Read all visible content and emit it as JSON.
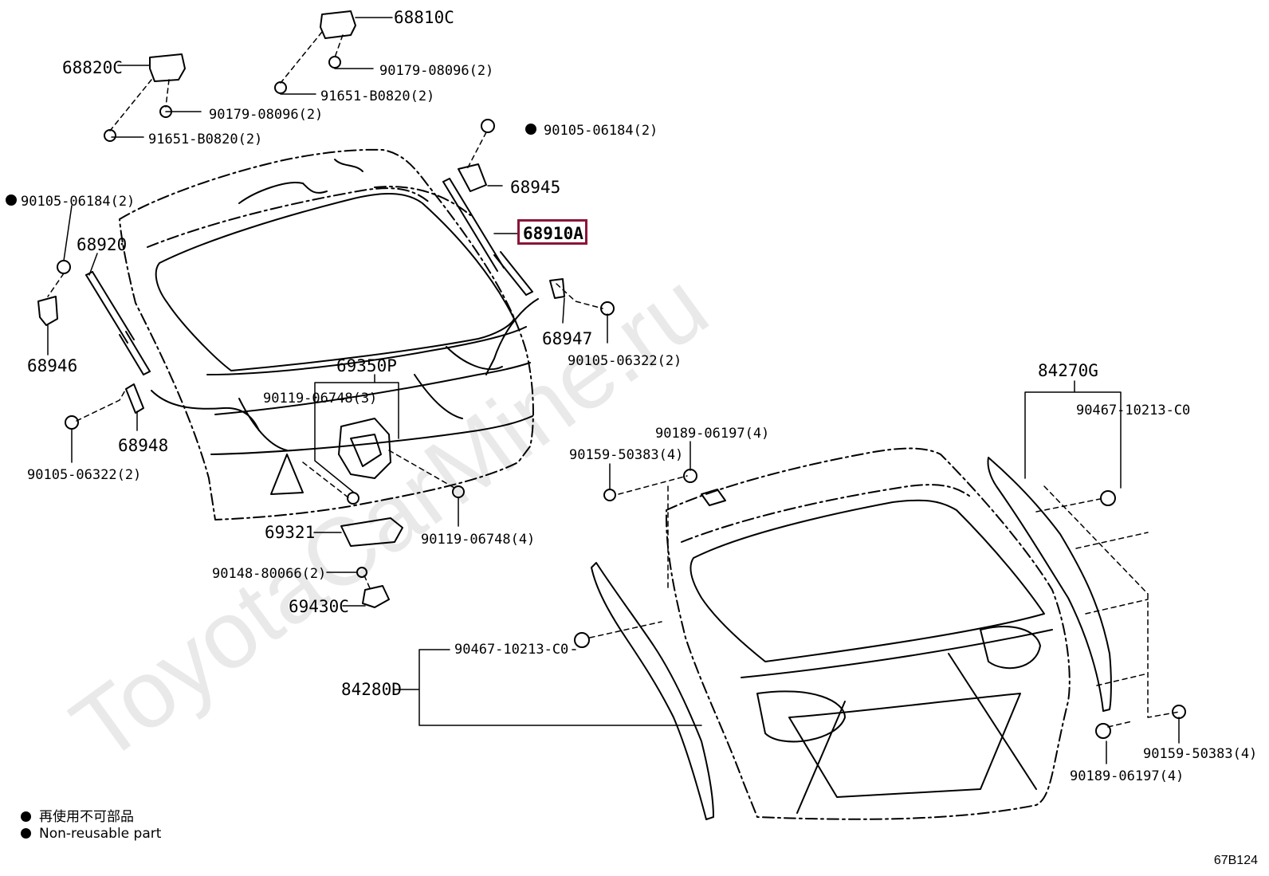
{
  "watermark": "ToyotaCarMine.ru",
  "highlight_color": "#8b1538",
  "labels": {
    "p68810C": "68810C",
    "p68820C": "68820C",
    "p90179a": "90179-08096(2)",
    "p91651a": "91651-B0820(2)",
    "p90179b": "90179-08096(2)",
    "p91651b": "91651-B0820(2)",
    "p90105top": "90105-06184(2)",
    "p68945": "68945",
    "p68910A": "68910A",
    "p90105left": "90105-06184(2)",
    "p68920": "68920",
    "p68946": "68946",
    "p68947": "68947",
    "p90105mid": "90105-06322(2)",
    "p69350P": "69350P",
    "p90119a": "90119-06748(3)",
    "p68948": "68948",
    "p90105low": "90105-06322(2)",
    "p69321": "69321",
    "p90119b": "90119-06748(4)",
    "p90148": "90148-80066(2)",
    "p69430C": "69430C",
    "p90189a": "90189-06197(4)",
    "p90159a": "90159-50383(4)",
    "p84270G": "84270G",
    "p90467a": "90467-10213-C0",
    "p90467b": "90467-10213-C0",
    "p84280D": "84280D",
    "p90159b": "90159-50383(4)",
    "p90189b": "90189-06197(4)"
  },
  "legend": {
    "line1": "再使用不可部品",
    "line2": "Non-reusable part"
  },
  "figure_code": "67B124"
}
